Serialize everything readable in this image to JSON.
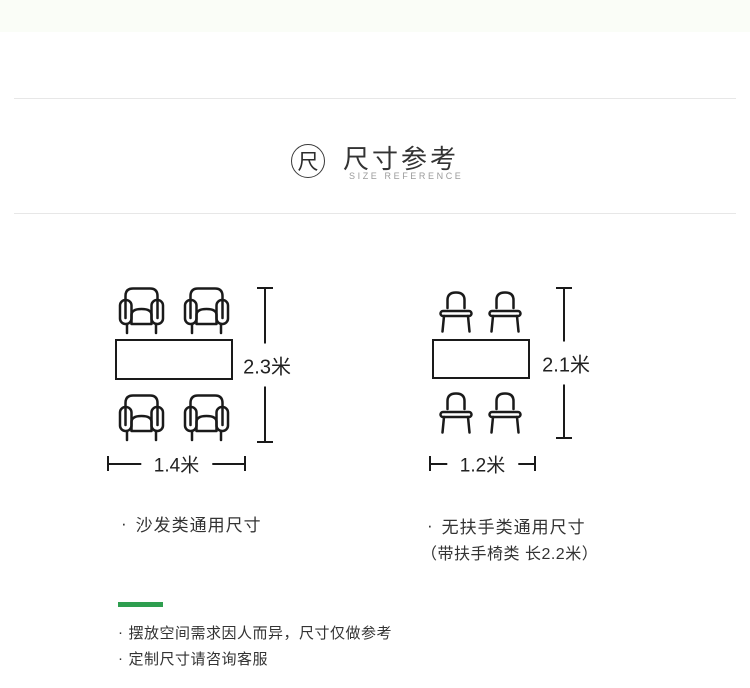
{
  "header": {
    "icon_glyph": "尺",
    "title": "尺寸参考",
    "subtitle": "SIZE REFERENCE"
  },
  "sofa_diagram": {
    "length_label": "2.3米",
    "width_label": "1.4米",
    "bullet": "·",
    "caption": "沙发类通用尺寸"
  },
  "chair_diagram": {
    "length_label": "2.1米",
    "width_label": "1.2米",
    "bullet": "·",
    "caption": "无扶手类通用尺寸",
    "caption_note": "（带扶手椅类 长2.2米）"
  },
  "notes": {
    "bullet": "·",
    "items": [
      "摆放空间需求因人而异，尺寸仅做参考",
      "定制尺寸请咨询客服"
    ]
  },
  "colors": {
    "accent_green": "#2e9e4f",
    "stroke": "#1a1a1a"
  }
}
